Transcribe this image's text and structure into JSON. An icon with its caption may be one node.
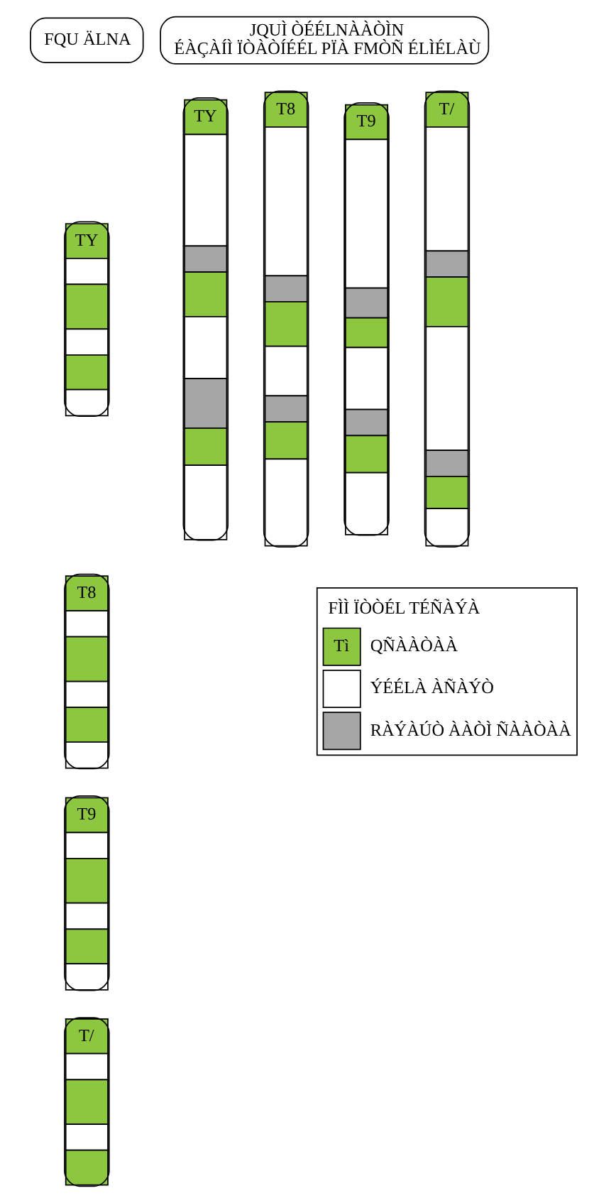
{
  "diagram": {
    "nodes": [
      {
        "text": [
          "FQU ÄLNA"
        ]
      },
      {
        "text": [
          "JQUÌ ÒÉÉLNÀÀÒÌN",
          "ÉÀÇÀÍÌ ÏÒÀÒÍÉÉL PÏÀ FMÒÑ ÉLÌÉLÀÙ"
        ]
      },
      {
        "text": [
          "TY"
        ]
      },
      {
        "text": [
          "T8"
        ]
      },
      {
        "text": [
          "T9"
        ]
      },
      {
        "text": [
          "T/"
        ]
      },
      {
        "text": [
          "TY"
        ]
      },
      {
        "text": [
          "T8"
        ]
      },
      {
        "text": [
          "T9"
        ]
      },
      {
        "text": [
          "T/"
        ]
      }
    ],
    "edges": [],
    "labels": [
      "FÌÌ ÏÒÒÉL TÉÑÀÝÀ",
      "Tì"
    ],
    "legend": [
      {
        "text": "QÑÀÀÒÀÀ",
        "color": "#8dc63f"
      },
      {
        "text": "ÝÉÉLÀ ÀÑÀÝÒ",
        "color": "#ffffff"
      },
      {
        "text": "RÀÝÀÚÒ ÀÀÒÌ ÑÀÀÒÀÀ",
        "color": "#a6a6a6"
      }
    ]
  }
}
